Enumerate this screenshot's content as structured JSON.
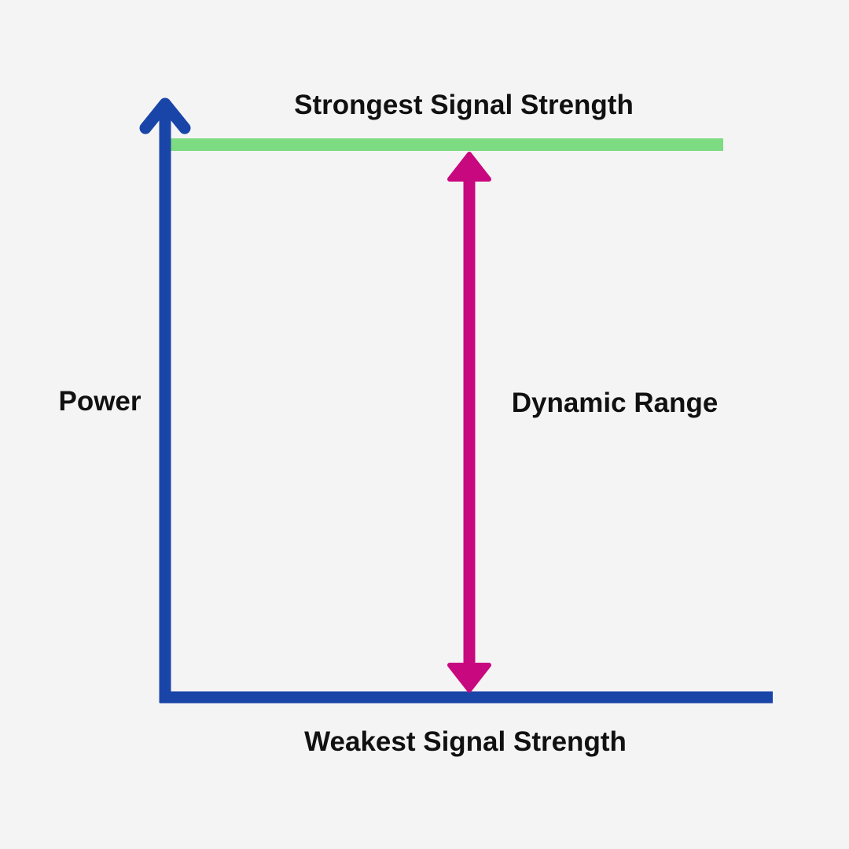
{
  "labels": {
    "top": "Strongest Signal Strength",
    "bottom": "Weakest Signal Strength",
    "axis": "Power",
    "range": "Dynamic Range"
  },
  "colors": {
    "background": "#f4f4f4",
    "axis": "#1a45a8",
    "strongest_line": "#7ddb82",
    "range_arrow": "#c8087f",
    "text": "#111111"
  }
}
